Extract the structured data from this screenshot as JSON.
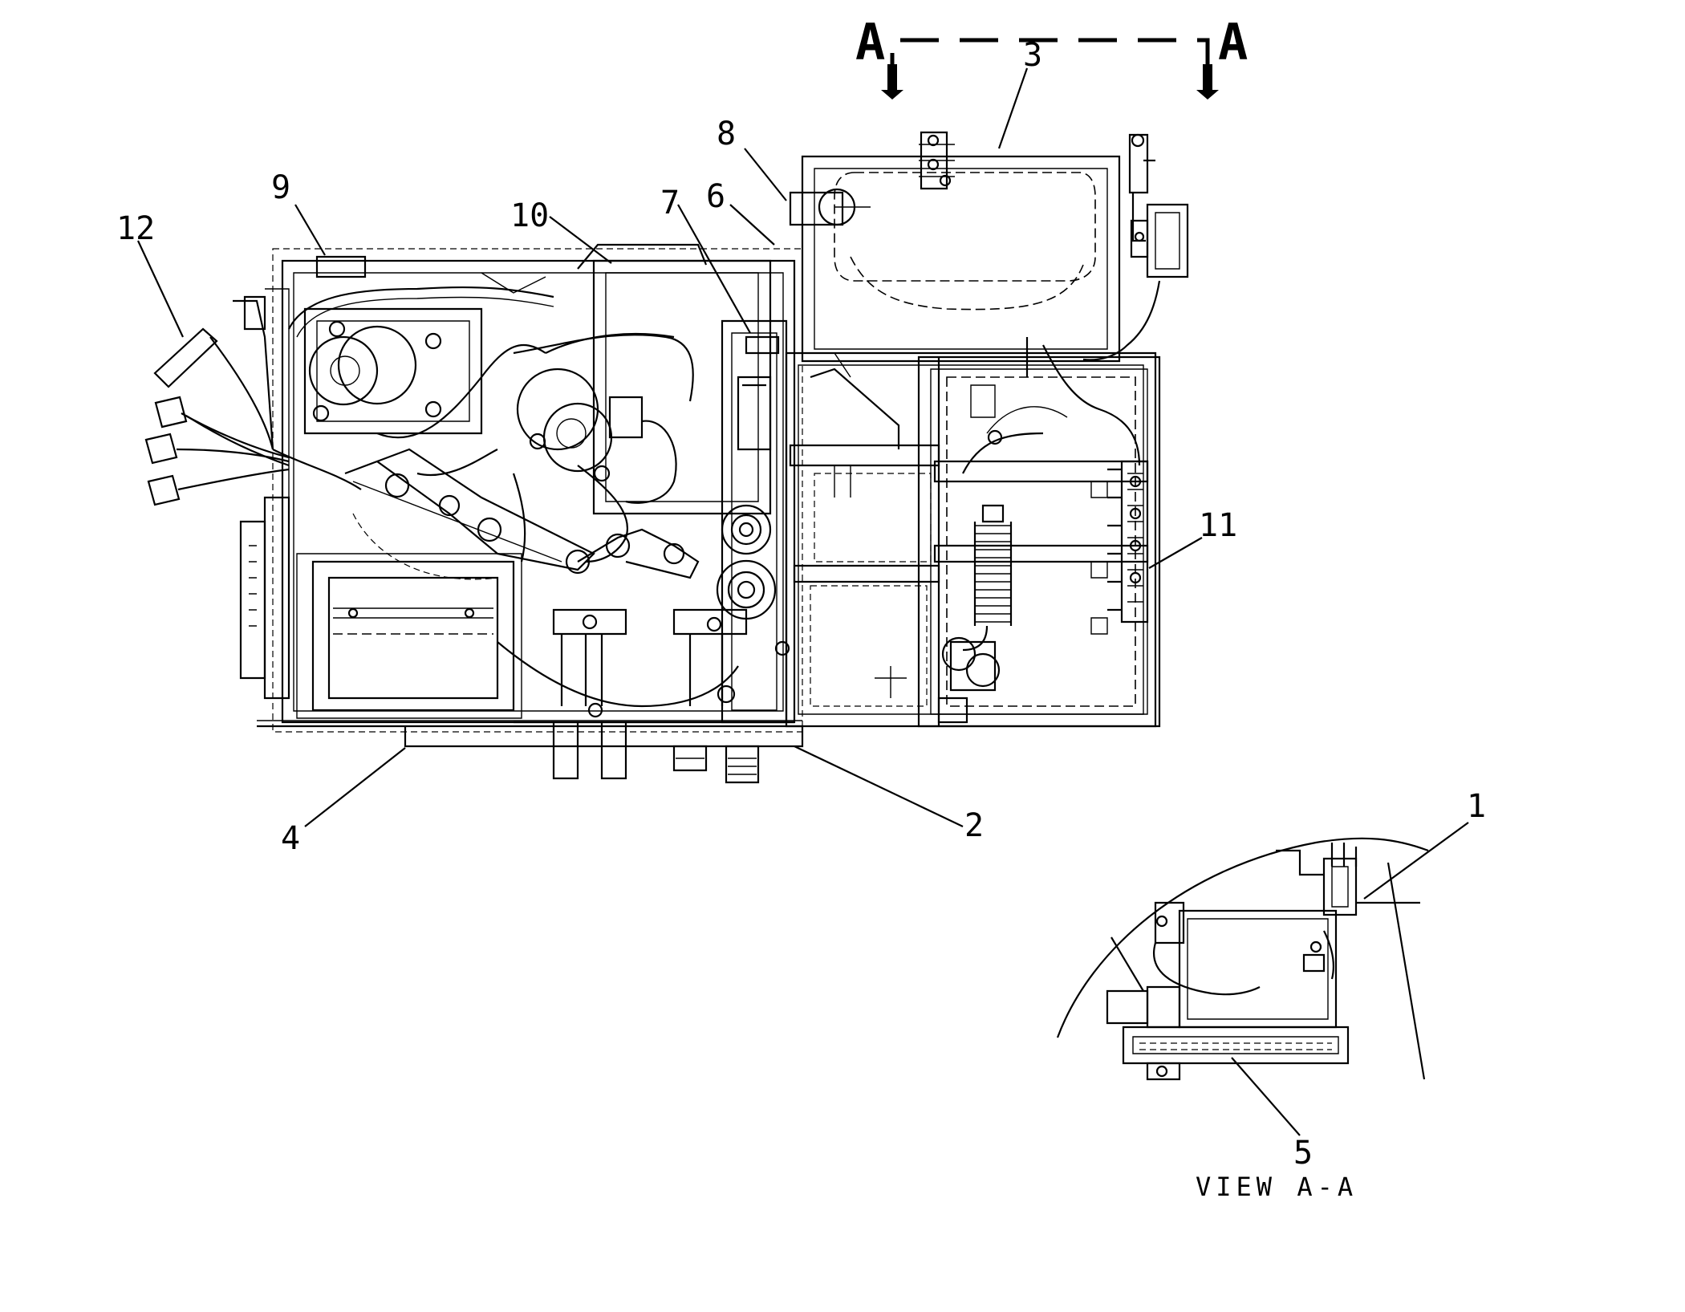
{
  "callouts": {
    "c1": "1",
    "c2": "2",
    "c3": "3",
    "c4": "4",
    "c5": "5",
    "c6": "6",
    "c7": "7",
    "c8": "8",
    "c9": "9",
    "c10": "10",
    "c11": "11",
    "c12": "12"
  },
  "section": {
    "left_letter": "A",
    "right_letter": "A"
  },
  "view_label": "VIEW A-A"
}
